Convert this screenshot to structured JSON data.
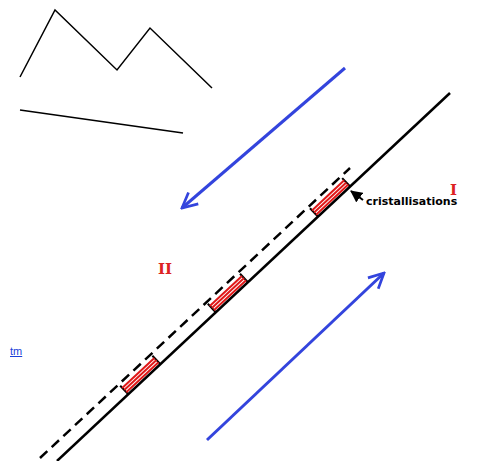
{
  "diagram": {
    "labels": [
      "I",
      "II",
      "cristallisations",
      "tm"
    ]
  }
}
